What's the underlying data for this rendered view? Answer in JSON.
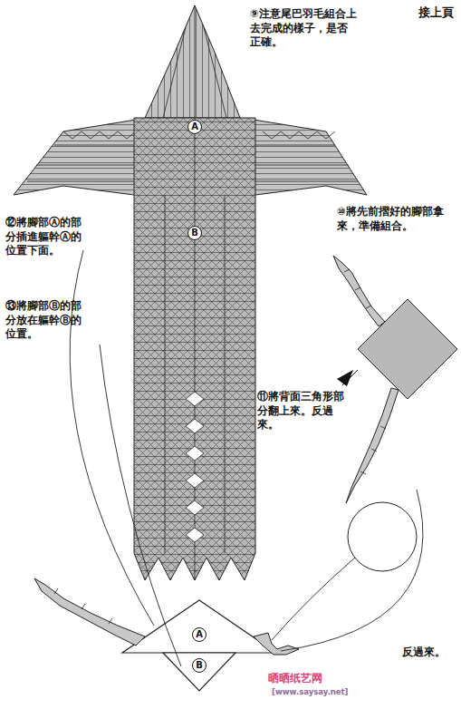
{
  "diagram": {
    "nodes": [
      {
        "text": [
          "A"
        ]
      },
      {
        "text": [
          "B"
        ]
      },
      {
        "text": [
          "A"
        ]
      },
      {
        "text": [
          "B"
        ]
      }
    ],
    "labels": [
      "接上頁",
      "⑨注意尾巴羽毛組合上去完成的樣子，是否正確。",
      "⑫將腳部Ⓐ的部分插進軀幹Ⓐ的位置下面。",
      "⑬將腳部Ⓑ的部分放在軀幹Ⓑ的位置。",
      "⑩將先前摺好的腳部拿來，準備組合。",
      "⑪將背面三角形部分翻上來。反過來。",
      "反過來。",
      "晒晒纸艺网",
      "[www.saysay.net]"
    ]
  }
}
